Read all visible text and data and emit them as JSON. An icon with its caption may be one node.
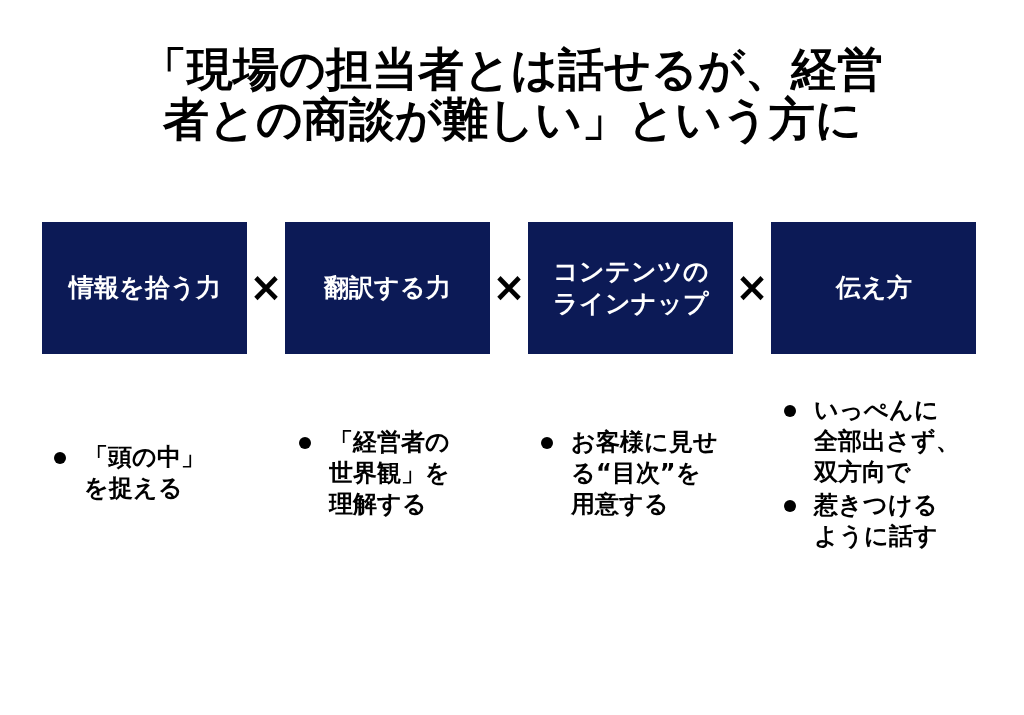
{
  "diagram": {
    "title": "「現場の担当者とは話せるが、経営者との商談が難しい」という方に",
    "nodes": [
      {
        "text": [
          "情報を拾う力"
        ],
        "beside": [
          "「頭の中」を捉える"
        ]
      },
      {
        "text": [
          "翻訳する力"
        ],
        "beside": [
          "「経営者の世界観」を理解する"
        ]
      },
      {
        "text": [
          "コンテンツのラインナップ"
        ],
        "beside": [
          "お客様に見せる“目次”を用意する"
        ]
      },
      {
        "text": [
          "伝え方"
        ],
        "beside": [
          "いっぺんに全部出さず、双方向で",
          "惹きつけるように話す"
        ]
      }
    ],
    "labels": [
      "×",
      "×",
      "×"
    ]
  }
}
